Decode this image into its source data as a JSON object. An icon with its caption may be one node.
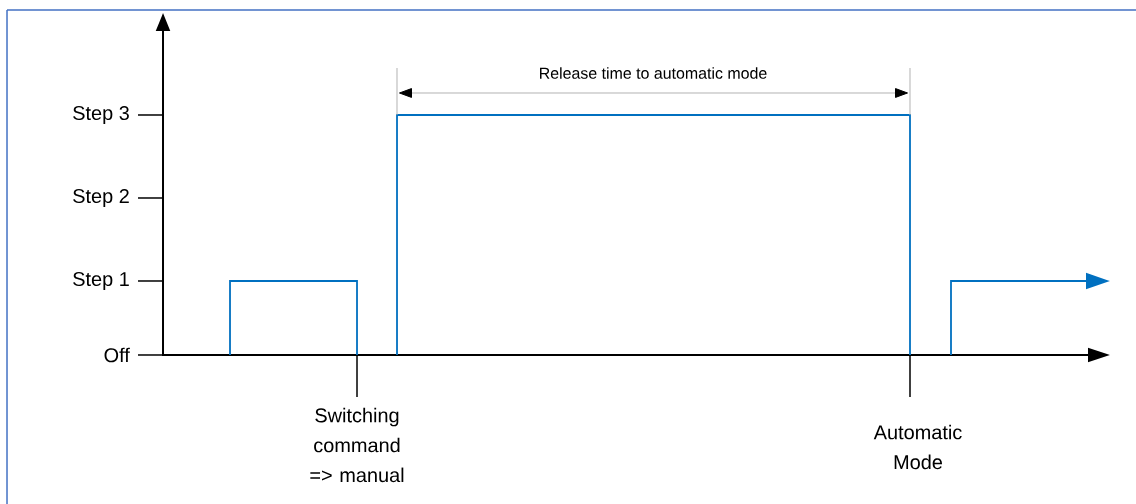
{
  "diagram": {
    "labels": [
      "Release time to automatic mode",
      "Step 3",
      "Step 2",
      "Step 1",
      "Off",
      "Switching command => manual",
      "Automatic Mode"
    ]
  }
}
